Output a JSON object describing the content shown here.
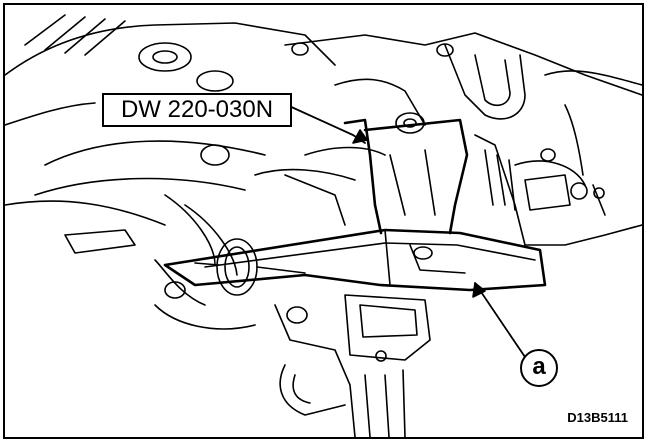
{
  "figure": {
    "tool_label": "DW 220-030N",
    "part_label": "a",
    "figure_id": "D13B5111"
  },
  "colors": {
    "line": "#000000",
    "background": "#ffffff"
  }
}
